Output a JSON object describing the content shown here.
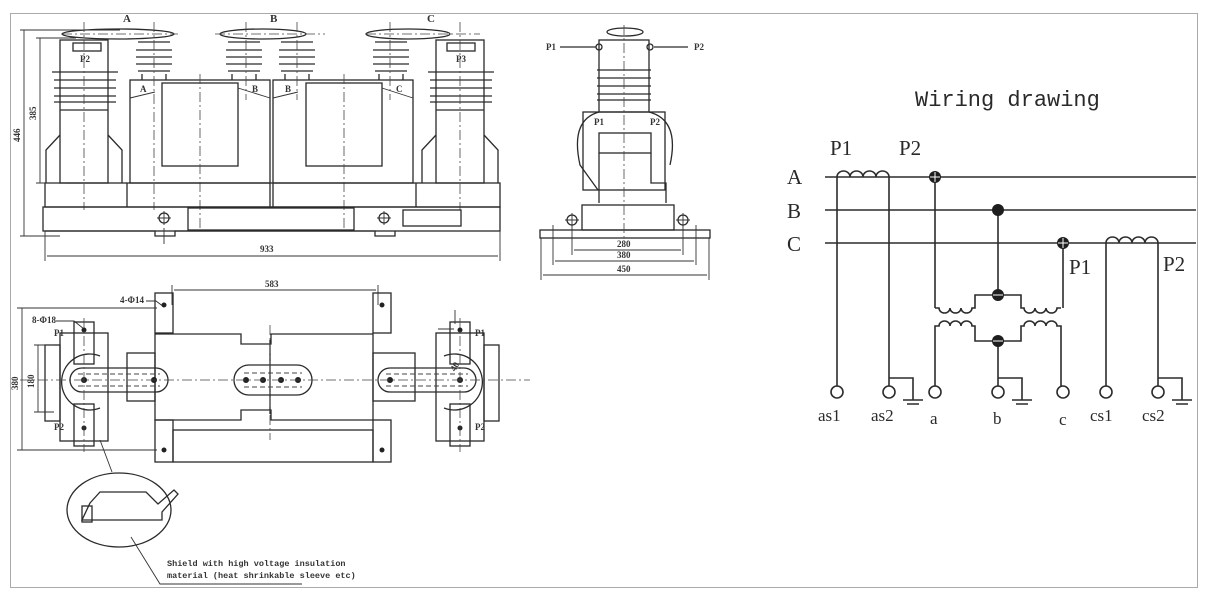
{
  "front_view": {
    "phase_labels": [
      "A",
      "B",
      "C"
    ],
    "bushing_labels": [
      "P2",
      "P3"
    ],
    "terminal_labels": [
      "A",
      "B",
      "B",
      "C"
    ],
    "dims": {
      "height_total": "446",
      "height_body": "385",
      "width_total": "933"
    }
  },
  "side_view": {
    "left_terminal": "P1",
    "right_terminal": "P2",
    "inner_left": "P1",
    "inner_right": "P2",
    "dims": {
      "inner": "280",
      "mid": "380",
      "outer": "450"
    }
  },
  "top_view": {
    "dims": {
      "span": "583",
      "depth": "380",
      "inner_depth": "180"
    },
    "hole_notes": {
      "mounting": "4-Φ14",
      "terminal": "8-Φ18"
    },
    "left_labels": [
      "P1",
      "P2"
    ],
    "right_labels": [
      "P1",
      "P2"
    ],
    "side_dim": "40"
  },
  "detail": {
    "note_line1": "Shield with high voltage insulation",
    "note_line2": "material (heat shrinkable sleeve etc)"
  },
  "wiring": {
    "title": "Wiring drawing",
    "phases": [
      "A",
      "B",
      "C"
    ],
    "left_ct": {
      "p1": "P1",
      "p2": "P2"
    },
    "right_ct": {
      "p1": "P1",
      "p2": "P2"
    },
    "terminals": [
      "as1",
      "as2",
      "a",
      "b",
      "c",
      "cs1",
      "cs2"
    ],
    "colors": {
      "line": "#2c2c2c",
      "border": "#aaaaaa"
    }
  }
}
